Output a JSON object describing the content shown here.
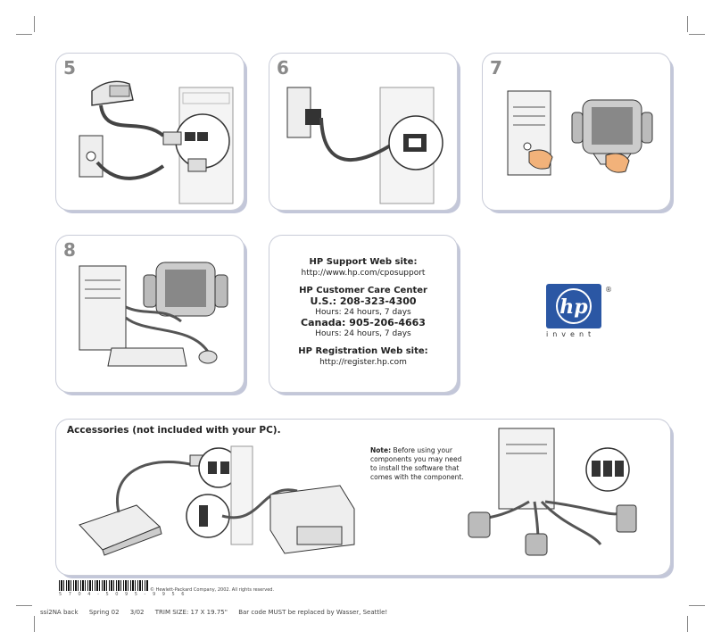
{
  "steps": [
    {
      "num": "5"
    },
    {
      "num": "6"
    },
    {
      "num": "7"
    },
    {
      "num": "8"
    }
  ],
  "support": {
    "web_title": "HP Support Web site:",
    "web_url": "http://www.hp.com/cposupport",
    "care_title": "HP Customer Care Center",
    "us_line": "U.S.: 208-323-4300",
    "us_hours": "Hours: 24 hours, 7 days",
    "canada_line": "Canada: 905-206-4663",
    "canada_hours": "Hours: 24 hours, 7 days",
    "reg_title": "HP Registration Web site:",
    "reg_url": "http://register.hp.com"
  },
  "logo": {
    "mark": "hp",
    "registered": "®",
    "tagline": "invent",
    "color": "#2b57a4"
  },
  "accessories": {
    "title": "Accessories (not included with your PC).",
    "note_label": "Note:",
    "note_text": "Before using your components you may need to install the software that comes with the component."
  },
  "footer": {
    "barcode_digits": "5 7 0 4 - 5 0 9 5 - 9 9 5 6",
    "copyright": "© Hewlett-Packard Company, 2002. All rights reserved.",
    "slug_id": "ssi2NA back",
    "slug_season": "Spring 02",
    "slug_date": "3/02",
    "slug_trim": "TRIM SIZE:  17 X 19.75\"",
    "slug_note": "Bar code MUST be replaced by Wasser, Seattle!"
  }
}
